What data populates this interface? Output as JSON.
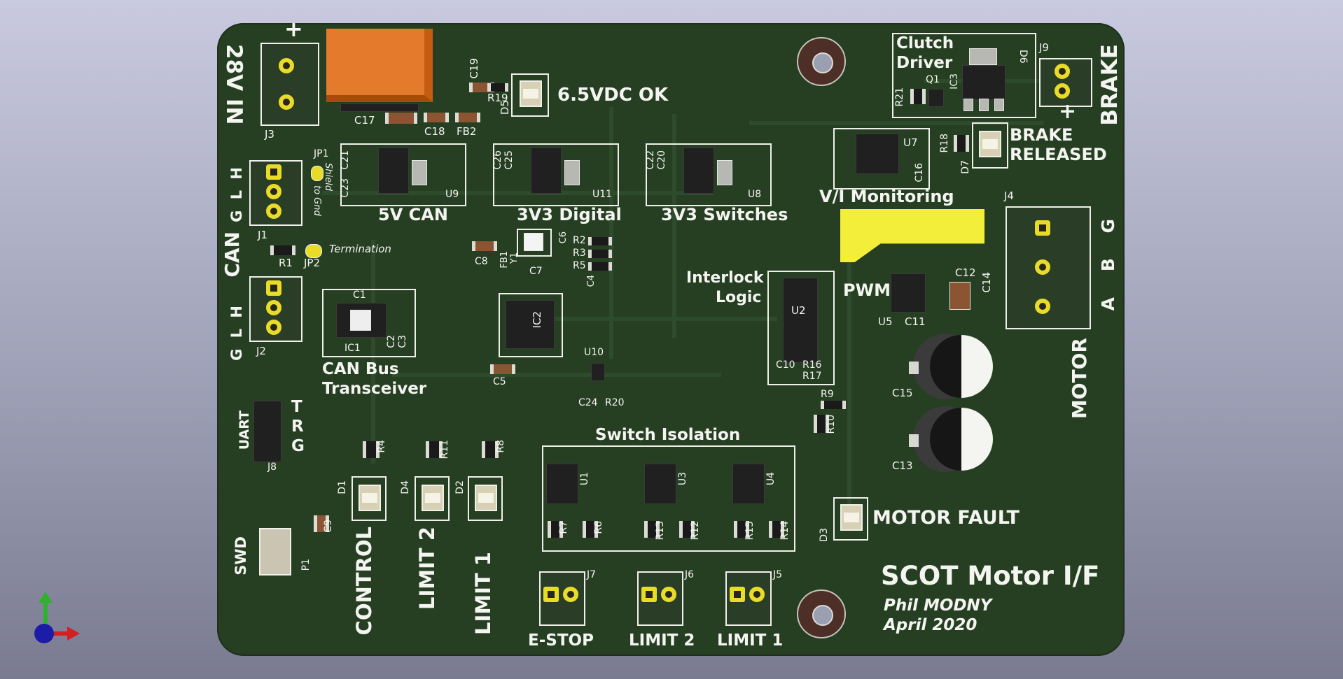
{
  "board": {
    "title": "SCOT Motor I/F",
    "author": "Phil MODNY",
    "date": "April 2020"
  },
  "power": {
    "input_label": "28V IN",
    "plus": "+",
    "j3": "J3",
    "ok_led": "6.5VDC OK"
  },
  "regulators": {
    "r5v": "5V CAN",
    "r3v3d": "3V3 Digital",
    "r3v3s": "3V3 Switches"
  },
  "can": {
    "label": "CAN",
    "pins_top": "G L H",
    "pins_bottom": "G L H",
    "j1": "J1",
    "j2": "J2",
    "jp1": "JP1",
    "shield": "Shield",
    "to_gnd": "to Gnd",
    "jp2": "JP2",
    "termination": "Termination",
    "transceiver_l1": "CAN Bus",
    "transceiver_l2": "Transceiver"
  },
  "uart": {
    "label": "UART",
    "t": "T",
    "r": "R",
    "g": "G",
    "j8": "J8"
  },
  "swd": {
    "label": "SWD",
    "p1": "P1"
  },
  "leds": {
    "control": "CONTROL",
    "limit2": "LIMIT 2",
    "limit1": "LIMIT 1",
    "d1": "D1",
    "d4": "D4",
    "d2": "D2"
  },
  "switch_iso": {
    "title": "Switch Isolation",
    "u1": "U1",
    "u3": "U3",
    "u4": "U4",
    "r7": "R7",
    "r6": "R6",
    "r13": "R13",
    "r12": "R12",
    "r15": "R15",
    "r14": "R14"
  },
  "inputs": {
    "estop": "E-STOP",
    "limit2": "LIMIT 2",
    "limit1": "LIMIT 1",
    "j7": "J7",
    "j6": "J6",
    "j5": "J5"
  },
  "logic": {
    "interlock_l1": "Interlock",
    "interlock_l2": "Logic",
    "pwm": "PWM",
    "vi": "V/I Monitoring",
    "u2": "U2",
    "u5": "U5",
    "u7": "U7",
    "ic2": "IC2",
    "u10": "U10"
  },
  "clutch": {
    "l1": "Clutch",
    "l2": "Driver",
    "brake": "BRAKE",
    "j9": "J9",
    "released_l1": "BRAKE",
    "released_l2": "RELEASED",
    "q1": "Q1",
    "ic3": "IC3",
    "d6": "D6",
    "r21": "R21",
    "r18": "R18",
    "d7": "D7",
    "c16": "C16"
  },
  "motor": {
    "label": "MOTOR",
    "j4": "J4",
    "g": "G",
    "b": "B",
    "a": "A",
    "fault": "MOTOR FAULT",
    "d3": "D3",
    "c15": "C15",
    "c13": "C13",
    "c12": "C12",
    "c14": "C14",
    "c11": "C11"
  },
  "refs": {
    "c17": "C17",
    "c18": "C18",
    "fb2": "FB2",
    "c19": "C19",
    "r19": "R19",
    "d5": "D5",
    "c21": "C21",
    "c23": "C23",
    "u9": "U9",
    "c26": "C26",
    "c25": "C25",
    "u11": "U11",
    "c20": "C20",
    "c22": "C22",
    "u8": "U8",
    "r1": "R1",
    "c1": "C1",
    "ic1": "IC1",
    "c2": "C2",
    "c3": "C3",
    "c8": "C8",
    "fb1": "FB1",
    "y1": "Y1",
    "c7": "C7",
    "c6": "C6",
    "r2": "R2",
    "r3": "R3",
    "r5": "R5",
    "c4": "C4",
    "c5": "C5",
    "c24": "C24",
    "r20": "R20",
    "c10": "C10",
    "r16": "R16",
    "r17": "R17",
    "r9": "R9",
    "r10": "R10",
    "r4": "R4",
    "r11": "R11",
    "r8": "R8",
    "c9": "C9"
  },
  "colors": {
    "board": "#263f23",
    "silkscreen": "#f4f4f0",
    "pad": "#e9dc28",
    "ok_area": "#f3ee3a"
  }
}
